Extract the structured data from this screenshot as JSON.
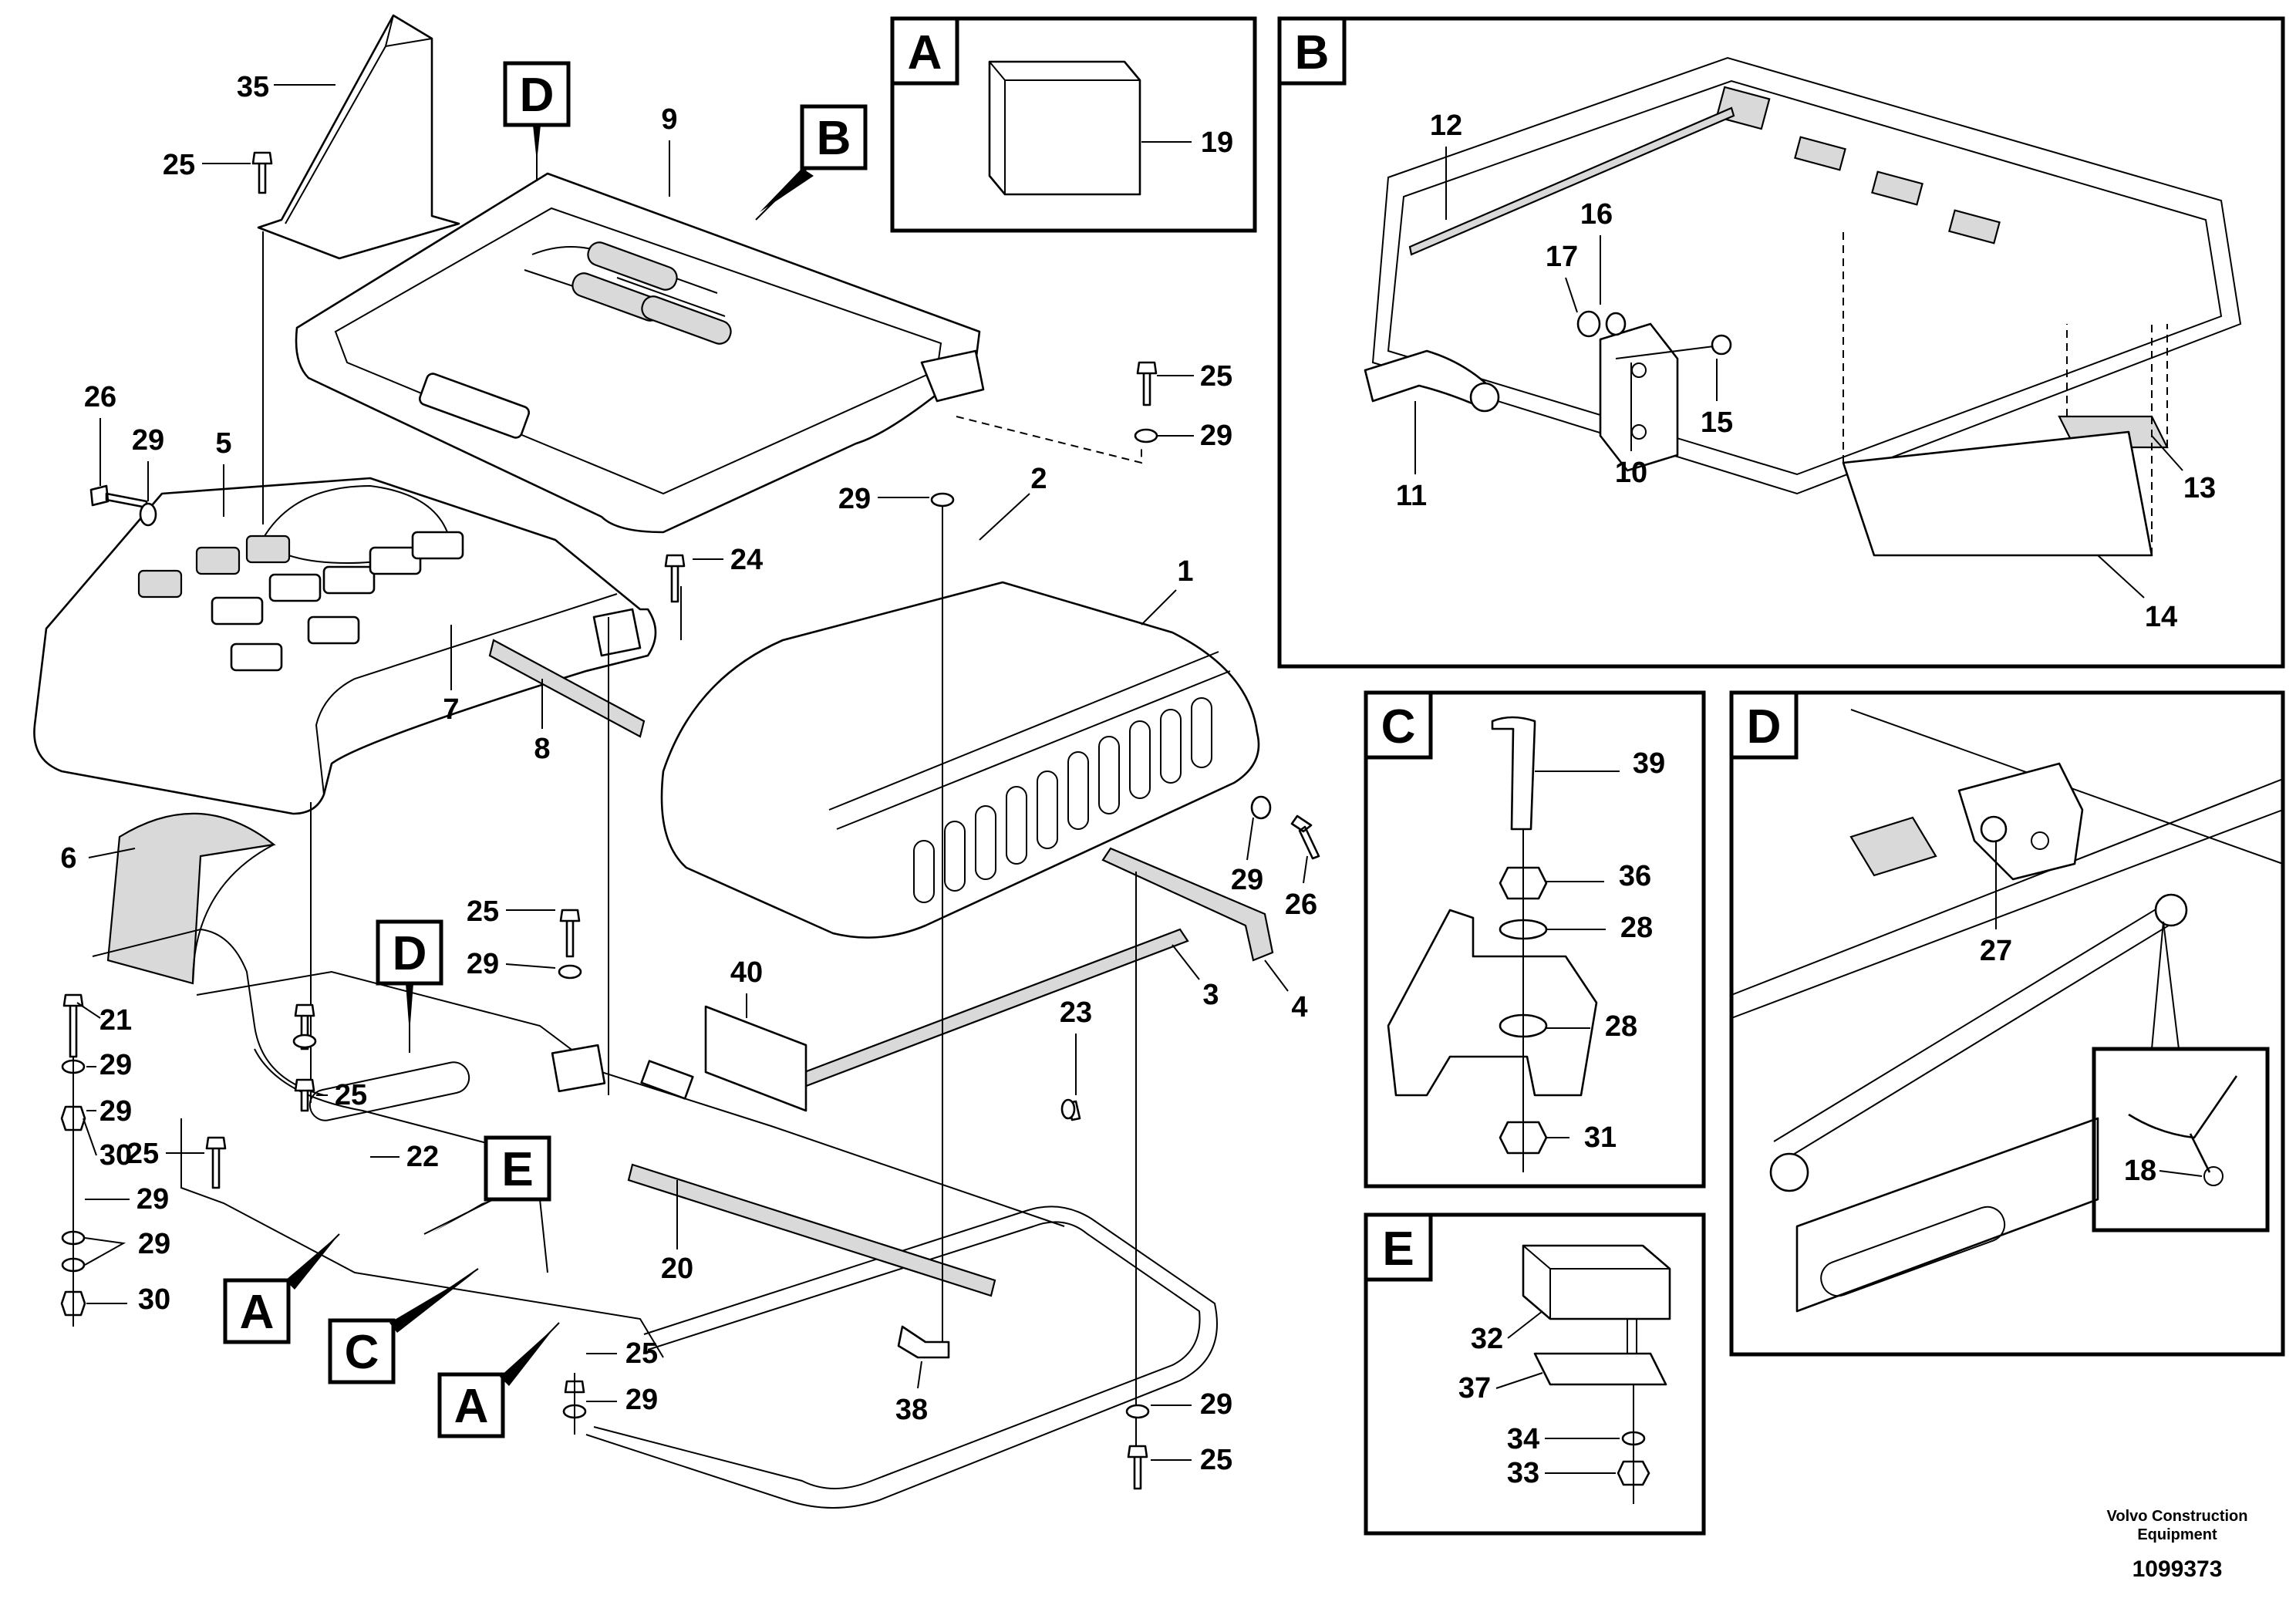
{
  "detail_views": {
    "A": {
      "letter": "A",
      "parts": [
        "19"
      ]
    },
    "B": {
      "letter": "B",
      "parts": [
        "12",
        "16",
        "17",
        "15",
        "11",
        "10",
        "13",
        "14"
      ]
    },
    "C": {
      "letter": "C",
      "parts": [
        "39",
        "36",
        "28",
        "28",
        "31"
      ]
    },
    "D": {
      "letter": "D",
      "parts": [
        "27",
        "18"
      ]
    },
    "E": {
      "letter": "E",
      "parts": [
        "32",
        "37",
        "34",
        "33"
      ]
    }
  },
  "main_view": {
    "reference_tags": [
      "D",
      "B",
      "D",
      "E",
      "A",
      "C",
      "A"
    ],
    "part_numbers": [
      "35",
      "25",
      "9",
      "26",
      "29",
      "5",
      "25",
      "29",
      "29",
      "24",
      "2",
      "1",
      "7",
      "8",
      "6",
      "29",
      "26",
      "25",
      "29",
      "40",
      "3",
      "4",
      "23",
      "21",
      "29",
      "29",
      "25",
      "30",
      "25",
      "22",
      "29",
      "29",
      "30",
      "20",
      "25",
      "29",
      "38",
      "29",
      "25"
    ]
  },
  "footer": {
    "company_line1": "Volvo Construction",
    "company_line2": "Equipment",
    "drawing_number": "1099373"
  }
}
